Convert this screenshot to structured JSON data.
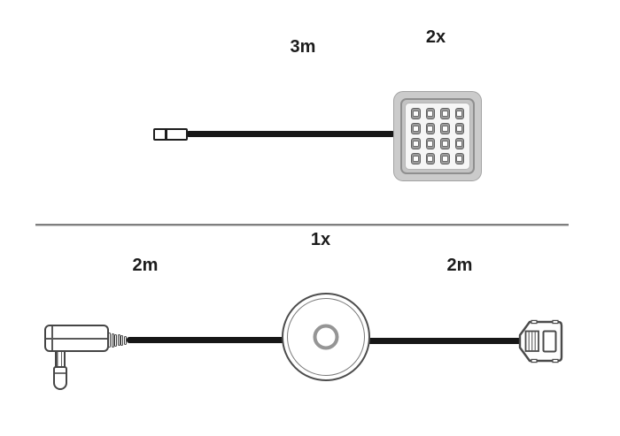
{
  "top_section": {
    "cable_length_label": "3m",
    "quantity_label": "2x",
    "led_panel": {
      "rows": 4,
      "cols": 4
    }
  },
  "bottom_section": {
    "quantity_label": "1x",
    "left_cable_length_label": "2m",
    "right_cable_length_label": "2m",
    "strain_relief_ridges": 6
  },
  "colors": {
    "label_text": "#1c1c1c",
    "cable": "#171717",
    "outline": "#454545",
    "divider": "#7f7f7f",
    "panel_shell": "#cbcbcb",
    "panel_face": "#f6f6f6",
    "led_body": "#9c9c9c",
    "led_center": "#fcfcfc"
  }
}
